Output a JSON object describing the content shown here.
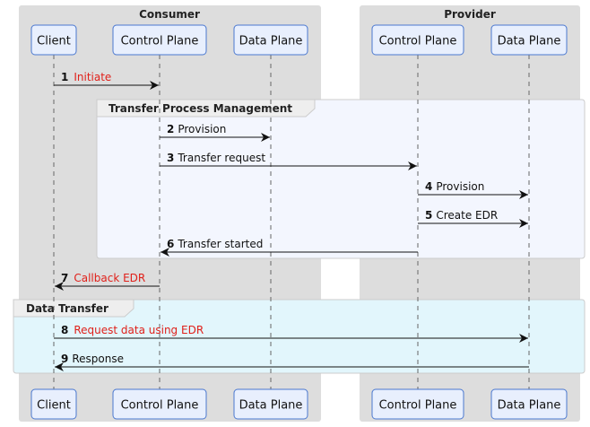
{
  "boxes": [
    {
      "title": "Consumer"
    },
    {
      "title": "Provider"
    }
  ],
  "participants_top": [
    {
      "label": "Client"
    },
    {
      "label": "Control Plane"
    },
    {
      "label": "Data Plane"
    },
    {
      "label": "Control Plane"
    },
    {
      "label": "Data Plane"
    }
  ],
  "participants_bottom": [
    {
      "label": "Client"
    },
    {
      "label": "Control Plane"
    },
    {
      "label": "Data Plane"
    },
    {
      "label": "Control Plane"
    },
    {
      "label": "Data Plane"
    }
  ],
  "groups": [
    {
      "title": "Transfer Process Management"
    },
    {
      "title": "Data Transfer"
    }
  ],
  "messages": [
    {
      "num": "1",
      "text": "Initiate",
      "highlight": true,
      "from": 0,
      "to": 1
    },
    {
      "num": "2",
      "text": "Provision",
      "highlight": false,
      "from": 1,
      "to": 2
    },
    {
      "num": "3",
      "text": "Transfer request",
      "highlight": false,
      "from": 1,
      "to": 3
    },
    {
      "num": "4",
      "text": "Provision",
      "highlight": false,
      "from": 3,
      "to": 4
    },
    {
      "num": "5",
      "text": "Create EDR",
      "highlight": false,
      "from": 3,
      "to": 4
    },
    {
      "num": "6",
      "text": "Transfer started",
      "highlight": false,
      "from": 3,
      "to": 1
    },
    {
      "num": "7",
      "text": "Callback EDR",
      "highlight": true,
      "from": 1,
      "to": 0
    },
    {
      "num": "8",
      "text": "Request data using EDR",
      "highlight": true,
      "from": 0,
      "to": 4
    },
    {
      "num": "9",
      "text": "Response",
      "highlight": false,
      "from": 4,
      "to": 0
    }
  ],
  "colors": {
    "box_fill": "#dddddd",
    "participant_fill": "#e8effd",
    "participant_stroke": "#4a78d0",
    "group1_fill": "#f3f6fe",
    "group2_fill": "#e2f6fc",
    "highlight_text": "#e0201a"
  }
}
